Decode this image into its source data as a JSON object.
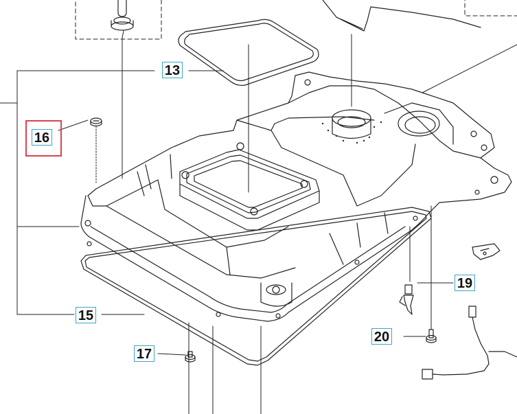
{
  "callouts": {
    "c13": "13",
    "c15": "15",
    "c16": "16",
    "c17": "17",
    "c19": "19",
    "c20": "20"
  },
  "colors": {
    "line": "#222222",
    "callout_border": "#3aa6c8",
    "highlight": "#d9444a"
  },
  "highlighted_part": "16"
}
